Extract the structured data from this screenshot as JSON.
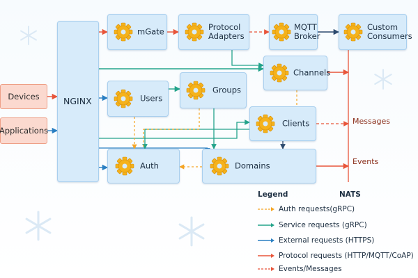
{
  "sources": {
    "devices": "Devices",
    "applications": "Applications"
  },
  "gateway": {
    "label": "NGINX"
  },
  "services": {
    "mgate": "mGate",
    "protocol_adapters": [
      "Protocol",
      "Adapters"
    ],
    "mqtt_broker": [
      "MQTT",
      "Broker"
    ],
    "custom_consumers": [
      "Custom",
      "Consumers"
    ],
    "channels": "Channels",
    "users": "Users",
    "groups": "Groups",
    "clients": "Clients",
    "auth": "Auth",
    "domains": "Domains"
  },
  "bus": {
    "label": "NATS",
    "messages": "Messages",
    "events": "Events"
  },
  "legend": {
    "title": "Legend",
    "items": [
      {
        "label": "Auth requests(gRPC)",
        "color": "#f5a524",
        "style": "dashed"
      },
      {
        "label": "Service requests (gRPC)",
        "color": "#23a38a",
        "style": "solid"
      },
      {
        "label": "External requests (HTTPS)",
        "color": "#2a7fc2",
        "style": "solid"
      },
      {
        "label": "Protocol requests (HTTP/MQTT/CoAP)",
        "color": "#e8553a",
        "style": "solid"
      },
      {
        "label": "Events/Messages",
        "color": "#e8553a",
        "style": "dashed"
      }
    ]
  },
  "colors": {
    "auth": "#f5a524",
    "service": "#23a38a",
    "external": "#2a7fc2",
    "protocol": "#e8553a",
    "gear": "#f5b21b",
    "box": "#d7ebfa"
  }
}
